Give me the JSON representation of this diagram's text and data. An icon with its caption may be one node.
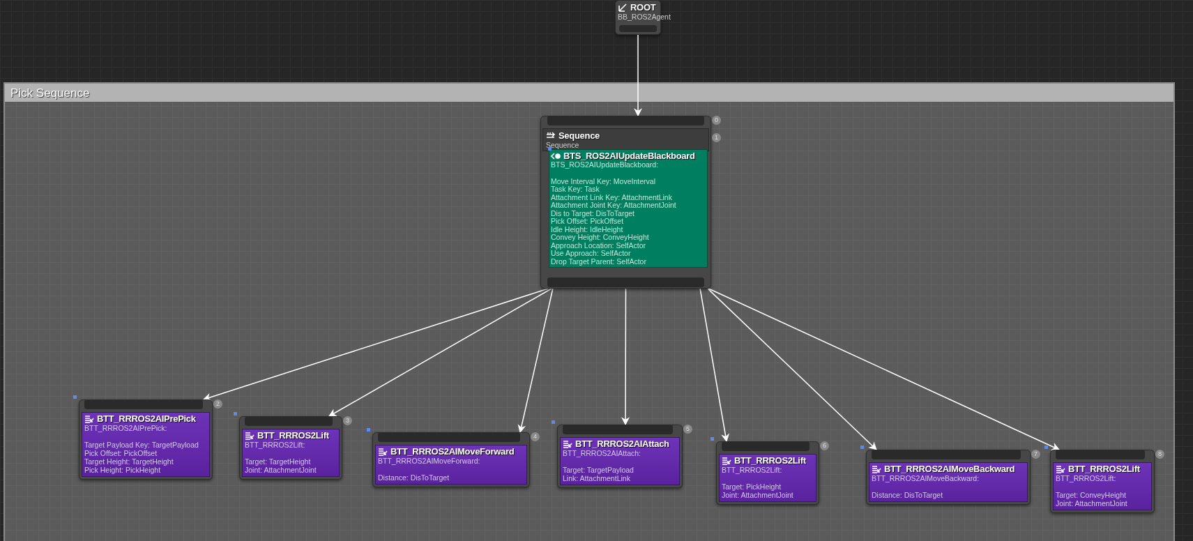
{
  "diagram": {
    "nodes": [
      {
        "text": [
          "Pick Sequence"
        ]
      },
      {
        "text": [
          "ROOT",
          "BB_ROS2Agent"
        ]
      },
      {
        "in": 0,
        "text": [
          "Sequence",
          "Sequence"
        ],
        "beside": [
          "0",
          "1"
        ]
      },
      {
        "in": 2,
        "text": [
          "BTS_ROS2AIUpdateBlackboard",
          "BTS_ROS2AIUpdateBlackboard:",
          "Move Interval Key: MoveInterval",
          "Task Key: Task",
          "Attachment Link Key: AttachmentLink",
          "Attachment Joint Key: AttachmentJoint",
          "Dis to Target: DisToTarget",
          "Pick Offset: PickOffset",
          "Idle Height: IdleHeight",
          "Convey Height: ConveyHeight",
          "Approach Location: SelfActor",
          "Use Approach: SelfActor",
          "Drop Target Parent: SelfActor"
        ]
      },
      {
        "in": 0,
        "text": [
          "BTT_RRROS2AIPrePick",
          "BTT_RRROS2AIPrePick:",
          "Target Payload Key: TargetPayload",
          "Pick Offset: PickOffset",
          "Target Height: TargetHeight",
          "Pick Height: PickHeight"
        ],
        "beside": [
          "2"
        ]
      },
      {
        "in": 0,
        "text": [
          "BTT_RRROS2Lift",
          "BTT_RRROS2Lift:",
          "Target: TargetHeight",
          "Joint: AttachmentJoint"
        ],
        "beside": [
          "3"
        ]
      },
      {
        "in": 0,
        "text": [
          "BTT_RRROS2AIMoveForward",
          "BTT_RRROS2AIMoveForward:",
          "Distance: DisToTarget"
        ],
        "beside": [
          "4"
        ]
      },
      {
        "in": 0,
        "text": [
          "BTT_RRROS2AIAttach",
          "BTT_RRROS2AIAttach:",
          "Target: TargetPayload",
          "Link: AttachmentLink"
        ],
        "beside": [
          "5"
        ]
      },
      {
        "in": 0,
        "text": [
          "BTT_RRROS2Lift",
          "BTT_RRROS2Lift:",
          "Target: PickHeight",
          "Joint: AttachmentJoint"
        ],
        "beside": [
          "6"
        ]
      },
      {
        "in": 0,
        "text": [
          "BTT_RRROS2AIMoveBackward",
          "BTT_RRROS2AIMoveBackward:",
          "Distance: DisToTarget"
        ],
        "beside": [
          "7"
        ]
      },
      {
        "in": 0,
        "text": [
          "BTT_RRROS2Lift",
          "BTT_RRROS2Lift:",
          "Target: ConveyHeight",
          "Joint: AttachmentJoint"
        ],
        "beside": [
          "8"
        ]
      }
    ],
    "edges": [
      {
        "from": 1,
        "to": 2,
        "arrow": "to"
      },
      {
        "from": 2,
        "to": 4,
        "arrow": "to"
      },
      {
        "from": 2,
        "to": 5,
        "arrow": "to"
      },
      {
        "from": 2,
        "to": 6,
        "arrow": "to"
      },
      {
        "from": 2,
        "to": 7,
        "arrow": "to"
      },
      {
        "from": 2,
        "to": 8,
        "arrow": "to"
      },
      {
        "from": 2,
        "to": 9,
        "arrow": "to"
      },
      {
        "from": 2,
        "to": 10,
        "arrow": "to"
      }
    ]
  }
}
